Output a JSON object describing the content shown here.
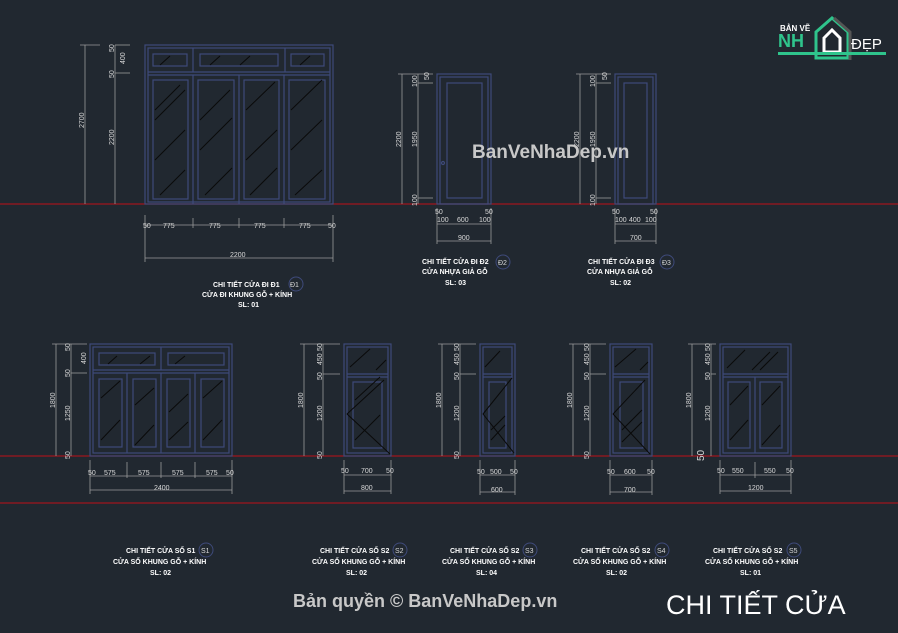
{
  "drawing_title": "CHI TIẾT CỬA",
  "watermark_center": "BanVeNhaDep.vn",
  "watermark_bottom": "Bản quyền © BanVeNhaDep.vn",
  "logo": {
    "top_text": "BẢN VẼ",
    "left_text": "NH",
    "right_text": "ĐẸP"
  },
  "colors": {
    "background": "#212830",
    "frame": "#3e4a7a",
    "ground_line": "#a0141e",
    "dimension": "#9a9a9a",
    "text": "#ffffff"
  },
  "doors": [
    {
      "id": "Đ1",
      "line1": "CHI TIẾT CỬA ĐI Đ1",
      "line2": "CỬA ĐI KHUNG GỖ + KÍNH",
      "line3": "SL: 01",
      "heights": {
        "total": "2700",
        "parts": [
          "50",
          "400",
          "50",
          "2200"
        ]
      },
      "widths": {
        "total": "2200",
        "parts": [
          "50",
          "775",
          "775",
          "775",
          "775",
          "50"
        ]
      }
    },
    {
      "id": "Đ2",
      "line1": "CHI TIẾT CỬA ĐI Đ2",
      "line2": "CỬA NHỰA GIẢ GỖ",
      "line3": "SL: 03",
      "heights": {
        "total": "2200",
        "parts": [
          "50",
          "100",
          "1950",
          "100"
        ]
      },
      "widths": {
        "total": "900",
        "parts": [
          "50",
          "100",
          "600",
          "100",
          "50"
        ]
      }
    },
    {
      "id": "Đ3",
      "line1": "CHI TIẾT CỬA ĐI Đ3",
      "line2": "CỬA NHỰA GIẢ GỖ",
      "line3": "SL: 02",
      "heights": {
        "total": "2200",
        "parts": [
          "50",
          "100",
          "1950",
          "100"
        ]
      },
      "widths": {
        "total": "700",
        "parts": [
          "50",
          "100",
          "400",
          "100",
          "50"
        ]
      }
    }
  ],
  "windows": [
    {
      "id": "S1",
      "line1": "CHI TIẾT CỬA SỔ S1",
      "line2": "CỬA SỔ KHUNG GỖ + KÍNH",
      "line3": "SL: 02",
      "heights": {
        "total": "1800",
        "parts": [
          "50",
          "400",
          "50",
          "1250",
          "50"
        ]
      },
      "widths": {
        "total": "2400",
        "parts": [
          "50",
          "575",
          "575",
          "575",
          "575",
          "50"
        ]
      }
    },
    {
      "id": "S2",
      "line1": "CHI TIẾT CỬA SỔ S2",
      "line2": "CỬA SỔ KHUNG GỖ + KÍNH",
      "line3": "SL: 02",
      "heights": {
        "total": "1800",
        "parts": [
          "50",
          "450",
          "50",
          "1200",
          "50"
        ]
      },
      "widths": {
        "total": "800",
        "parts": [
          "50",
          "700",
          "50"
        ]
      }
    },
    {
      "id": "S3",
      "line1": "CHI TIẾT CỬA SỔ S2",
      "line2": "CỬA SỔ KHUNG GỖ + KÍNH",
      "line3": "SL: 04",
      "heights": {
        "total": "1800",
        "parts": [
          "50",
          "450",
          "50",
          "1200",
          "50"
        ]
      },
      "widths": {
        "total": "600",
        "parts": [
          "50",
          "500",
          "50"
        ]
      }
    },
    {
      "id": "S4",
      "line1": "CHI TIẾT CỬA SỔ S2",
      "line2": "CỬA SỔ KHUNG GỖ + KÍNH",
      "line3": "SL: 02",
      "heights": {
        "total": "1800",
        "parts": [
          "50",
          "450",
          "50",
          "1200",
          "50"
        ]
      },
      "widths": {
        "total": "700",
        "parts": [
          "50",
          "600",
          "50"
        ]
      }
    },
    {
      "id": "S5",
      "line1": "CHI TIẾT CỬA SỔ S2",
      "line2": "CỬA SỔ KHUNG GỖ + KÍNH",
      "line3": "SL: 01",
      "heights": {
        "total": "1800",
        "parts": [
          "50",
          "450",
          "50",
          "1200",
          "50"
        ]
      },
      "widths": {
        "total": "1200",
        "parts": [
          "50",
          "550",
          "550",
          "50"
        ]
      }
    }
  ]
}
